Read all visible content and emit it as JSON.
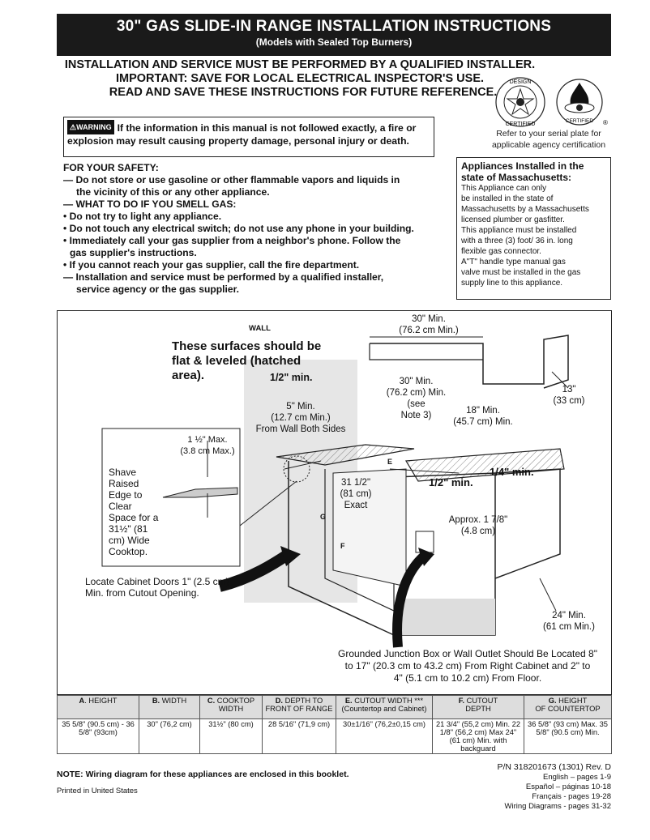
{
  "header": {
    "title": "30\" GAS SLIDE-IN RANGE INSTALLATION INSTRUCTIONS",
    "subtitle": "(Models with Sealed Top Burners)"
  },
  "intro": {
    "line1": "INSTALLATION AND SERVICE MUST BE PERFORMED BY A QUALIFIED INSTALLER.",
    "line2": "IMPORTANT: SAVE FOR LOCAL ELECTRICAL INSPECTOR'S USE.",
    "line3": "READ AND SAVE THESE INSTRUCTIONS FOR FUTURE REFERENCE."
  },
  "certs": {
    "design_top": "DESIGN",
    "design_bottom": "CERTIFIED",
    "certified": "CERTIFIED",
    "note_line1": "Refer to your serial plate for",
    "note_line2": "applicable agency certification"
  },
  "warning": {
    "badge": "WARNING",
    "text": "If the information in this manual is not followed exactly, a fire or explosion may result causing property damage, personal injury or death."
  },
  "safety": {
    "heading": "FOR YOUR SAFETY:",
    "item1a": "— Do not store or use gasoline or other flammable vapors and liquids in",
    "item1b": "the vicinity of this or any other appliance.",
    "item2": "— WHAT TO DO IF YOU SMELL GAS:",
    "item3": "• Do not try to light any appliance.",
    "item4": "• Do not touch any electrical switch; do not use any phone in your building.",
    "item5a": "• Immediately call your gas supplier from a neighbor's phone. Follow the",
    "item5b": "gas supplier's instructions.",
    "item6": "• If you cannot reach your gas supplier, call the fire department.",
    "item7a": "— Installation and service must be performed by a qualified installer,",
    "item7b": "service agency or the gas supplier."
  },
  "massachusetts": {
    "heading": "Appliances Installed in the state of Massachusetts:",
    "l1": "This Appliance can only",
    "l2": "be installed in the state of",
    "l3": "Massachusetts by a Massachusetts",
    "l4": "licensed plumber or gasfitter.",
    "l5": "This appliance must be installed",
    "l6": "with a three (3) foot/ 36 in. long",
    "l7": "flexible gas connector.",
    "l8": "A\"T\" handle type manual gas",
    "l9": "valve must be installed in the gas",
    "l10": "supply line to this appliance."
  },
  "diagram": {
    "wall": "WALL",
    "surfaces_1": "These surfaces should be",
    "surfaces_2": "flat & leveled (hatched",
    "surfaces_3": "area).",
    "half_min_a": "1/2\" min.",
    "half_min_b": "1/2\" min.",
    "quarter_min": "1/4\" min.",
    "top30_1": "30\" Min.",
    "top30_2": "(76.2 cm Min.)",
    "mid30_1": "30\" Min.",
    "mid30_2": "(76.2 cm) Min. (see",
    "mid30_3": "Note 3)",
    "r13_1": "13\"",
    "r13_2": "(33 cm)",
    "r18_1": "18\" Min.",
    "r18_2": "(45.7 cm) Min.",
    "five_1": "5\" Min.",
    "five_2": "(12.7 cm Min.)",
    "five_3": "From Wall Both Sides",
    "onehalf_1": "1 ½\" Max.",
    "onehalf_2": "(3.8 cm Max.)",
    "shave_1": "Shave",
    "shave_2": "Raised",
    "shave_3": "Edge to",
    "shave_4": "Clear",
    "shave_5": "Space for a",
    "shave_6": "31½\" (81",
    "shave_7": "cm) Wide",
    "shave_8": "Cooktop.",
    "exact_1": "31 1/2\"",
    "exact_2": "(81 cm)",
    "exact_3": "Exact",
    "approx_1": "Approx. 1 7/8\"",
    "approx_2": "(4.8 cm)",
    "letter_e": "E",
    "letter_g": "G",
    "letter_f": "F",
    "doors_1": "Locate Cabinet Doors 1\" (2.5 cm)",
    "doors_2": "Min. from Cutout Opening.",
    "r24_1": "24\" Min.",
    "r24_2": "(61 cm Min.)",
    "junction_1": "Grounded Junction Box or Wall Outlet Should Be Located 8\"",
    "junction_2": "to 17\" (20.3 cm to 43.2 cm) From Right Cabinet and 2\" to",
    "junction_3": "4\" (5.1 cm to 10.2 cm) From Floor."
  },
  "table": {
    "headers": [
      {
        "letter": "A",
        "rest": ". HEIGHT",
        "sub": ""
      },
      {
        "letter": "B.",
        "rest": " WIDTH",
        "sub": ""
      },
      {
        "letter": "C.",
        "rest": " COOKTOP",
        "sub": "WIDTH"
      },
      {
        "letter": "D.",
        "rest": " DEPTH TO",
        "sub": "FRONT OF RANGE"
      },
      {
        "letter": "E.",
        "rest": " CUTOUT WIDTH ***",
        "sub": "(Countertop and Cabinet)"
      },
      {
        "letter": "F.",
        "rest": " CUTOUT",
        "sub": "DEPTH"
      },
      {
        "letter": "G.",
        "rest": " HEIGHT",
        "sub": "OF COUNTERTOP"
      }
    ],
    "row": [
      "35 5/8\" (90.5 cm) - 36 5/8\" (93cm)",
      "30\" (76,2 cm)",
      "31½\" (80 cm)",
      "28 5/16\" (71,9 cm)",
      "30±1/16\"  (76,2±0,15 cm)",
      "21 3/4\" (55,2 cm) Min. 22 1/8\" (56,2 cm) Max 24\" (61 cm) Min. with backguard",
      "36 5/8\" (93 cm) Max. 35 5/8\" (90.5 cm) Min."
    ]
  },
  "footer": {
    "note": "NOTE: Wiring diagram for these appliances are enclosed in this booklet.",
    "printed": "Printed in United States",
    "pn": "P/N 318201673 (1301) Rev. D",
    "english": "English – pages 1-9",
    "espanol": "Español – páginas 10-18",
    "francais": "Français - pages 19-28",
    "wiring": "Wiring Diagrams - pages 31-32"
  }
}
